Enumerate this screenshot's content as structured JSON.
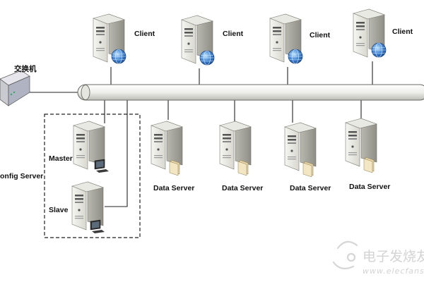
{
  "switch": {
    "label": "交换机"
  },
  "clients": [
    {
      "label": "Client"
    },
    {
      "label": "Client"
    },
    {
      "label": "Client"
    },
    {
      "label": "Client"
    }
  ],
  "config_group": {
    "label": "onfig Server",
    "master_label": "Master",
    "slave_label": "Slave"
  },
  "data_servers": [
    {
      "label": "Data Server"
    },
    {
      "label": "Data Server"
    },
    {
      "label": "Data Server"
    },
    {
      "label": "Data Server"
    }
  ],
  "watermark": {
    "brand": "电子发烧友",
    "url": "www.elecfans.com"
  }
}
